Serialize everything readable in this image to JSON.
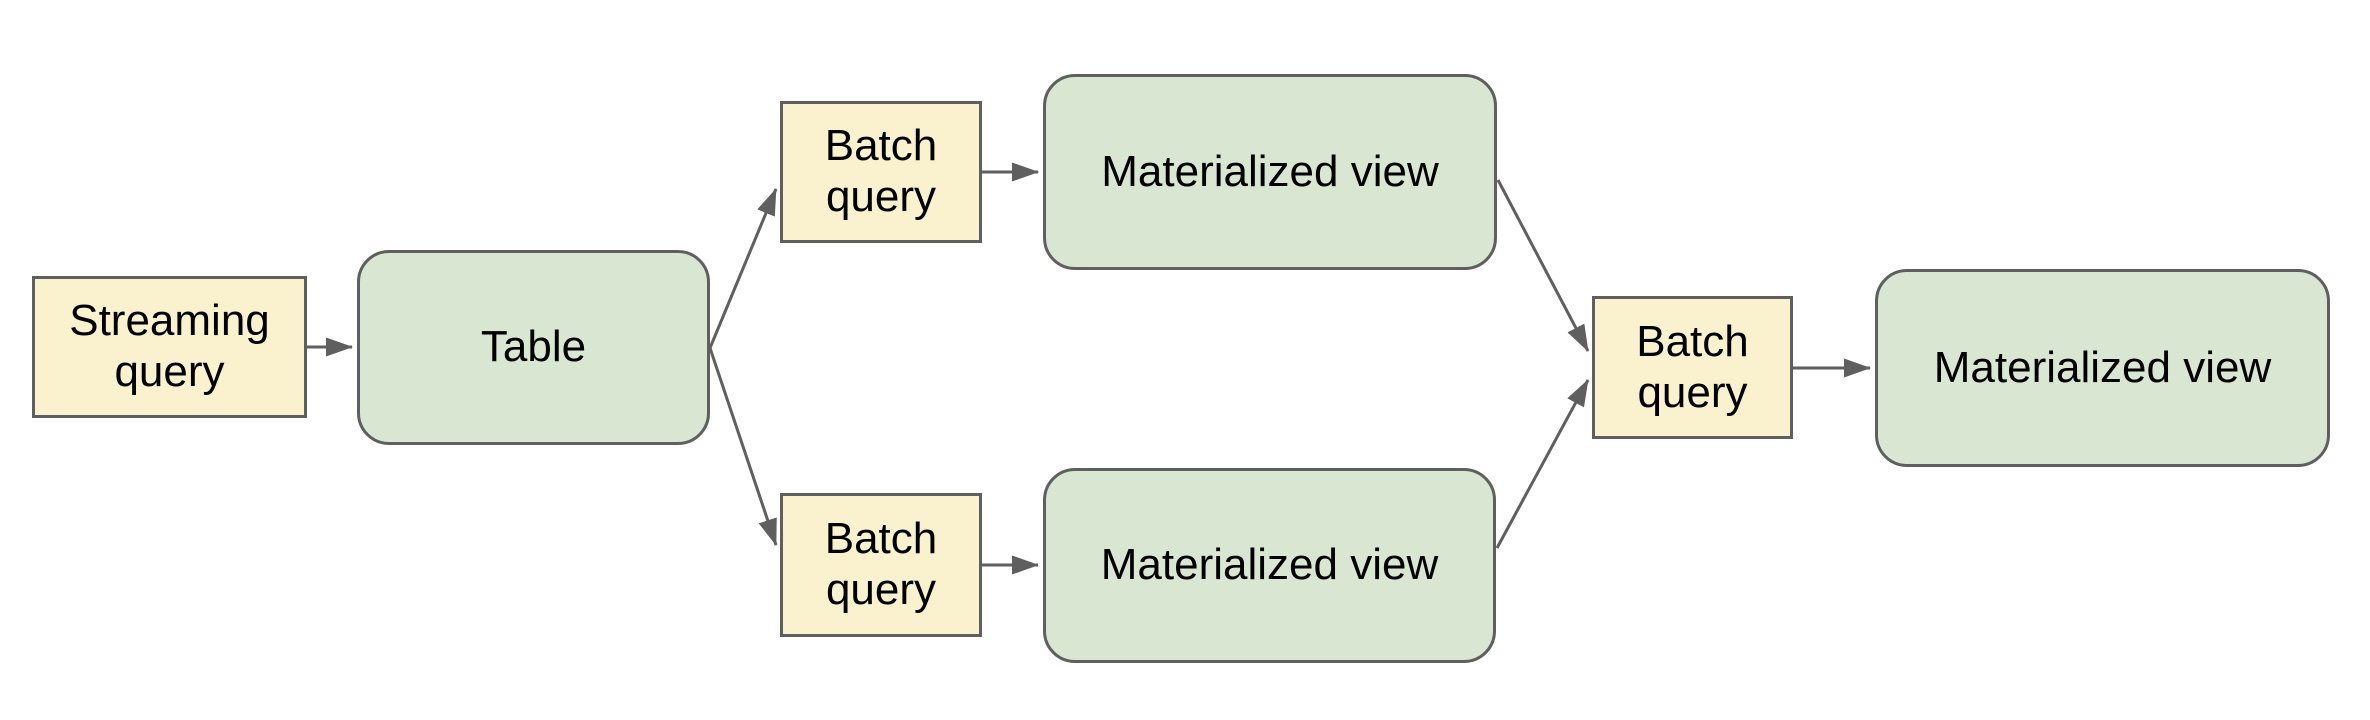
{
  "diagram": {
    "type": "flowchart",
    "background_color": "#ffffff",
    "palette": {
      "query_box_fill": "#faf1cf",
      "view_box_fill": "#d9e6d2",
      "border_and_arrow_color": "#5f5f5f",
      "label_text_color": "#000000"
    },
    "nodes": {
      "streaming_query": {
        "label": "Streaming query",
        "shape": "rectangle",
        "fill": "yellow"
      },
      "table": {
        "label": "Table",
        "shape": "rounded-rectangle",
        "fill": "green"
      },
      "batch_query_top": {
        "label": "Batch query",
        "shape": "rectangle",
        "fill": "yellow"
      },
      "materialized_view_top": {
        "label": "Materialized view",
        "shape": "rounded-rectangle",
        "fill": "green"
      },
      "batch_query_bottom": {
        "label": "Batch query",
        "shape": "rectangle",
        "fill": "yellow"
      },
      "materialized_view_bottom": {
        "label": "Materialized view",
        "shape": "rounded-rectangle",
        "fill": "green"
      },
      "batch_query_right": {
        "label": "Batch query",
        "shape": "rectangle",
        "fill": "yellow"
      },
      "materialized_view_right": {
        "label": "Materialized view",
        "shape": "rounded-rectangle",
        "fill": "green"
      }
    },
    "edges": [
      {
        "from": "streaming_query",
        "to": "table"
      },
      {
        "from": "table",
        "to": "batch_query_top"
      },
      {
        "from": "table",
        "to": "batch_query_bottom"
      },
      {
        "from": "batch_query_top",
        "to": "materialized_view_top"
      },
      {
        "from": "batch_query_bottom",
        "to": "materialized_view_bottom"
      },
      {
        "from": "materialized_view_top",
        "to": "batch_query_right"
      },
      {
        "from": "materialized_view_bottom",
        "to": "batch_query_right"
      },
      {
        "from": "batch_query_right",
        "to": "materialized_view_right"
      }
    ]
  }
}
